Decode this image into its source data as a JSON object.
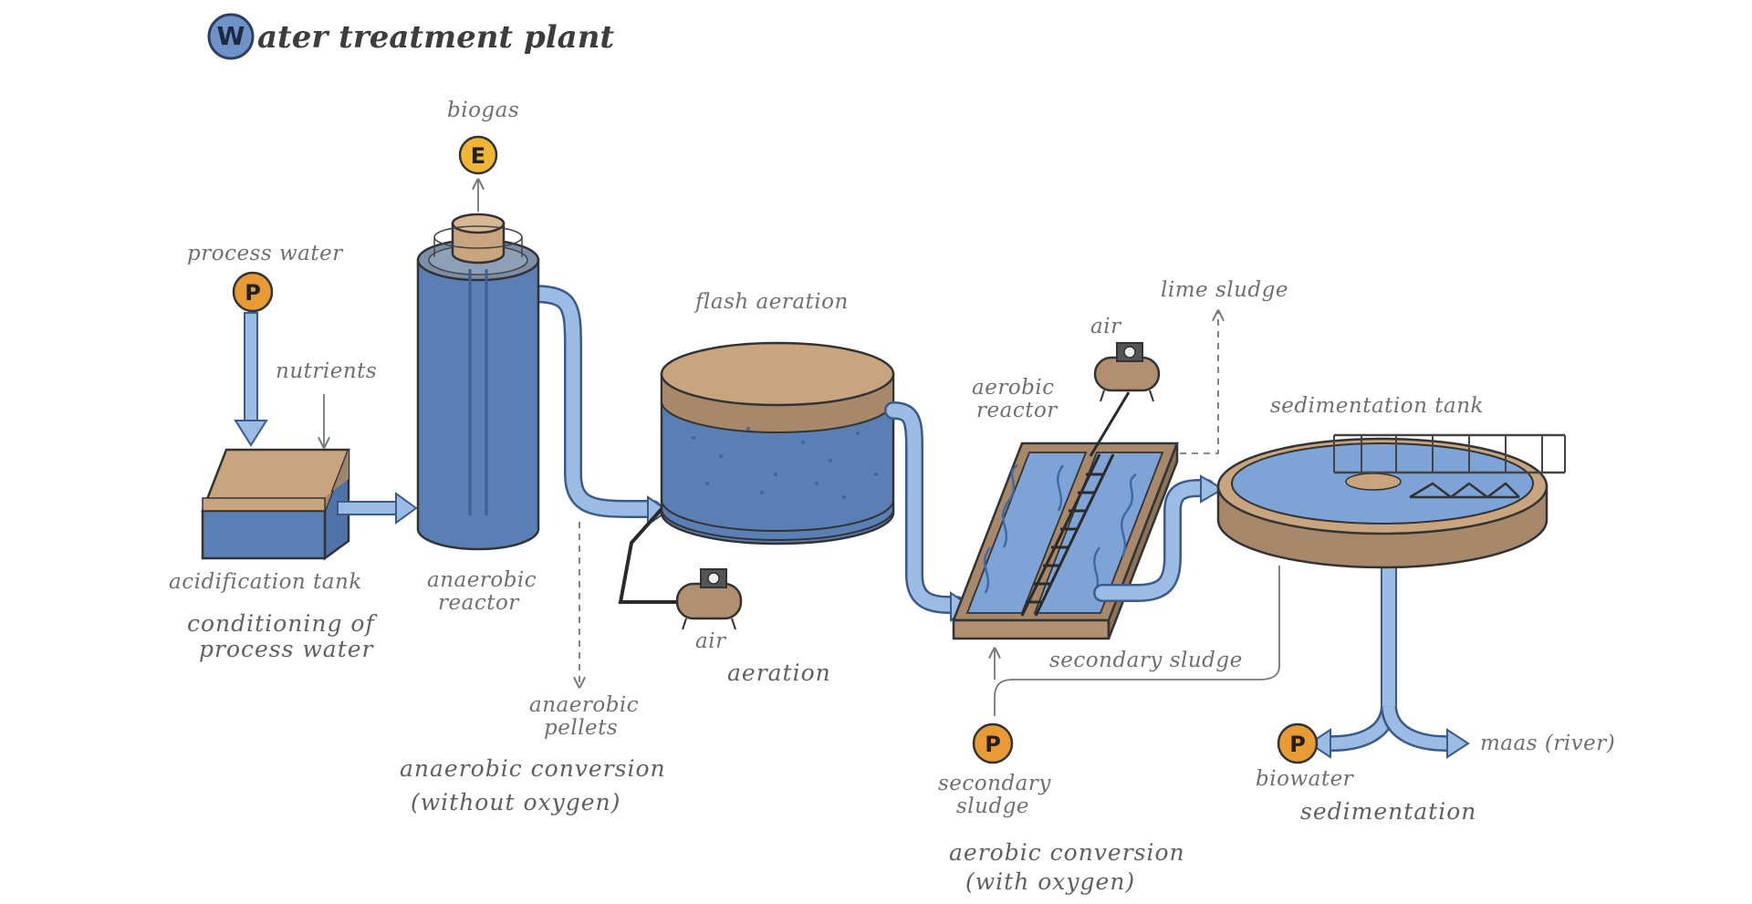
{
  "title": {
    "badge": "W",
    "text": "ater treatment plant"
  },
  "badges": {
    "biogas": "E",
    "process_water": "P",
    "secondary_sludge": "P",
    "biowater": "P"
  },
  "labels": {
    "biogas": "biogas",
    "process_water": "process water",
    "nutrients": "nutrients",
    "acidification_tank": "acidification tank",
    "anaerobic_reactor_1": "anaerobic",
    "anaerobic_reactor_2": "reactor",
    "flash_aeration": "flash aeration",
    "air_aeration": "air",
    "anaerobic_pellets_1": "anaerobic",
    "anaerobic_pellets_2": "pellets",
    "air_aerobic": "air",
    "aerobic_reactor_1": "aerobic",
    "aerobic_reactor_2": "reactor",
    "lime_sludge": "lime sludge",
    "sedimentation_tank": "sedimentation tank",
    "secondary_sludge_line": "secondary sludge",
    "secondary_sludge_out_1": "secondary",
    "secondary_sludge_out_2": "sludge",
    "biowater": "biowater",
    "maas_river": "maas (river)"
  },
  "stages": {
    "conditioning_1": "conditioning of",
    "conditioning_2": "process water",
    "anaerobic_conversion_1": "anaerobic conversion",
    "anaerobic_conversion_2": "(without oxygen)",
    "aeration": "aeration",
    "aerobic_conversion_1": "aerobic conversion",
    "aerobic_conversion_2": "(with oxygen)",
    "sedimentation": "sedimentation"
  },
  "colors": {
    "water": "#5a7fb5",
    "water_light": "#7ea3d6",
    "pipe": "#9cbce6",
    "sand": "#c9a57f",
    "sand_dark": "#a8886a",
    "outline": "#333333",
    "badge_orange": "#e89a35",
    "badge_yellow": "#f0b535",
    "badge_blue": "#6f93c9"
  }
}
